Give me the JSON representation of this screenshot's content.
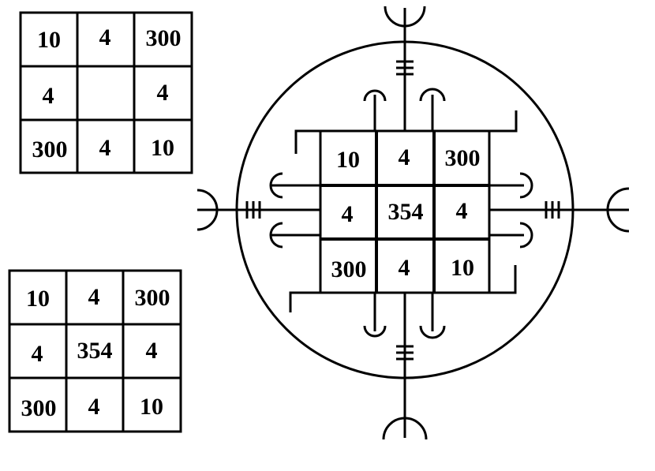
{
  "grid_top_left": {
    "rows": [
      [
        "10",
        "4",
        "300"
      ],
      [
        "4",
        "",
        "4"
      ],
      [
        "300",
        "4",
        "10"
      ]
    ]
  },
  "grid_bottom_left": {
    "rows": [
      [
        "10",
        "4",
        "300"
      ],
      [
        "4",
        "354",
        "4"
      ],
      [
        "300",
        "4",
        "10"
      ]
    ]
  },
  "sigil": {
    "rows": [
      [
        "10",
        "4",
        "300"
      ],
      [
        "4",
        "354",
        "4"
      ],
      [
        "300",
        "4",
        "10"
      ]
    ]
  },
  "colors": {
    "ink": "#000000",
    "background": "#ffffff"
  }
}
